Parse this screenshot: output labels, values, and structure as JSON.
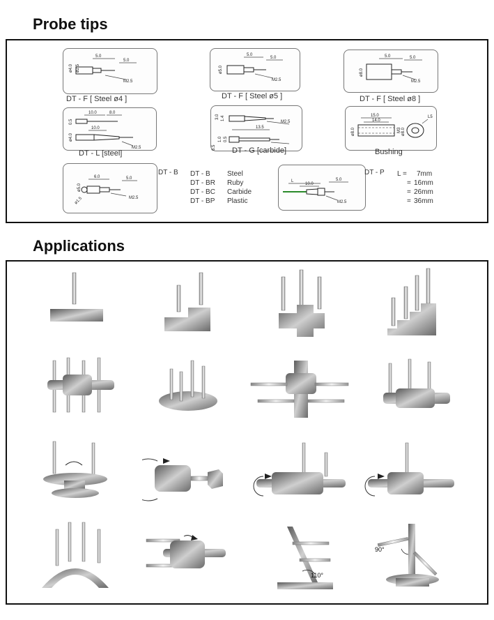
{
  "headings": {
    "probe_tips": "Probe tips",
    "applications": "Applications"
  },
  "cards": {
    "f4": {
      "caption": "DT - F [ Steel ø4 ]",
      "d1": "ø4.0",
      "d2": "ø2.5",
      "l1": "5.0",
      "l2": "5.0",
      "thread": "M2.5"
    },
    "f5": {
      "caption": "DT - F [ Steel ø5 ]",
      "d1": "ø5.0",
      "l1": "5.0",
      "l2": "5.0",
      "thread": "M2.5"
    },
    "f8": {
      "caption": "DT - F [ Steel ø8 ]",
      "d1": "ø8.0",
      "l1": "5.0",
      "l2": "5.0",
      "thread": "M2.5"
    },
    "l": {
      "caption": "DT - L  [steel]",
      "d1": "0.5",
      "d2": "ø4.0",
      "l1": "10.0",
      "l2": "8.0",
      "l3": "10.0",
      "thread": "M2.5"
    },
    "g": {
      "caption": "DT - G [carbide]",
      "d1": "3.0",
      "d2": "1.4",
      "d3": "1.0",
      "d4": "0.5",
      "d5": "6.5",
      "l1": "13.5",
      "thread": "M2.5"
    },
    "bushing": {
      "caption": "Bushing",
      "l1": "15.0",
      "l2": "14.0",
      "d1": "ø8.0",
      "d2": "M3",
      "d3": "ø8.0",
      "r": "L5"
    },
    "b": {
      "d1": "ø5.0",
      "d2": "ø1.5",
      "l1": "6.0",
      "l2": "5.0",
      "thread": "M2.5"
    },
    "p": {
      "l": "L",
      "l1": "10.0",
      "l2": "5.0",
      "thread": "M2.5"
    }
  },
  "dt_b": {
    "label": "DT - B",
    "rows": [
      {
        "code": "DT - B",
        "material": "Steel"
      },
      {
        "code": "DT - BR",
        "material": "Ruby"
      },
      {
        "code": "DT - BC",
        "material": "Carbide"
      },
      {
        "code": "DT - BP",
        "material": "Plastic"
      }
    ]
  },
  "dt_p": {
    "label": "DT - P",
    "rows": [
      {
        "prefix": "L =",
        "value": "7mm"
      },
      {
        "prefix": "=",
        "value": "16mm"
      },
      {
        "prefix": "=",
        "value": "26mm"
      },
      {
        "prefix": "=",
        "value": "36mm"
      }
    ]
  },
  "angles": {
    "a110": "110°",
    "a90": "90°"
  }
}
